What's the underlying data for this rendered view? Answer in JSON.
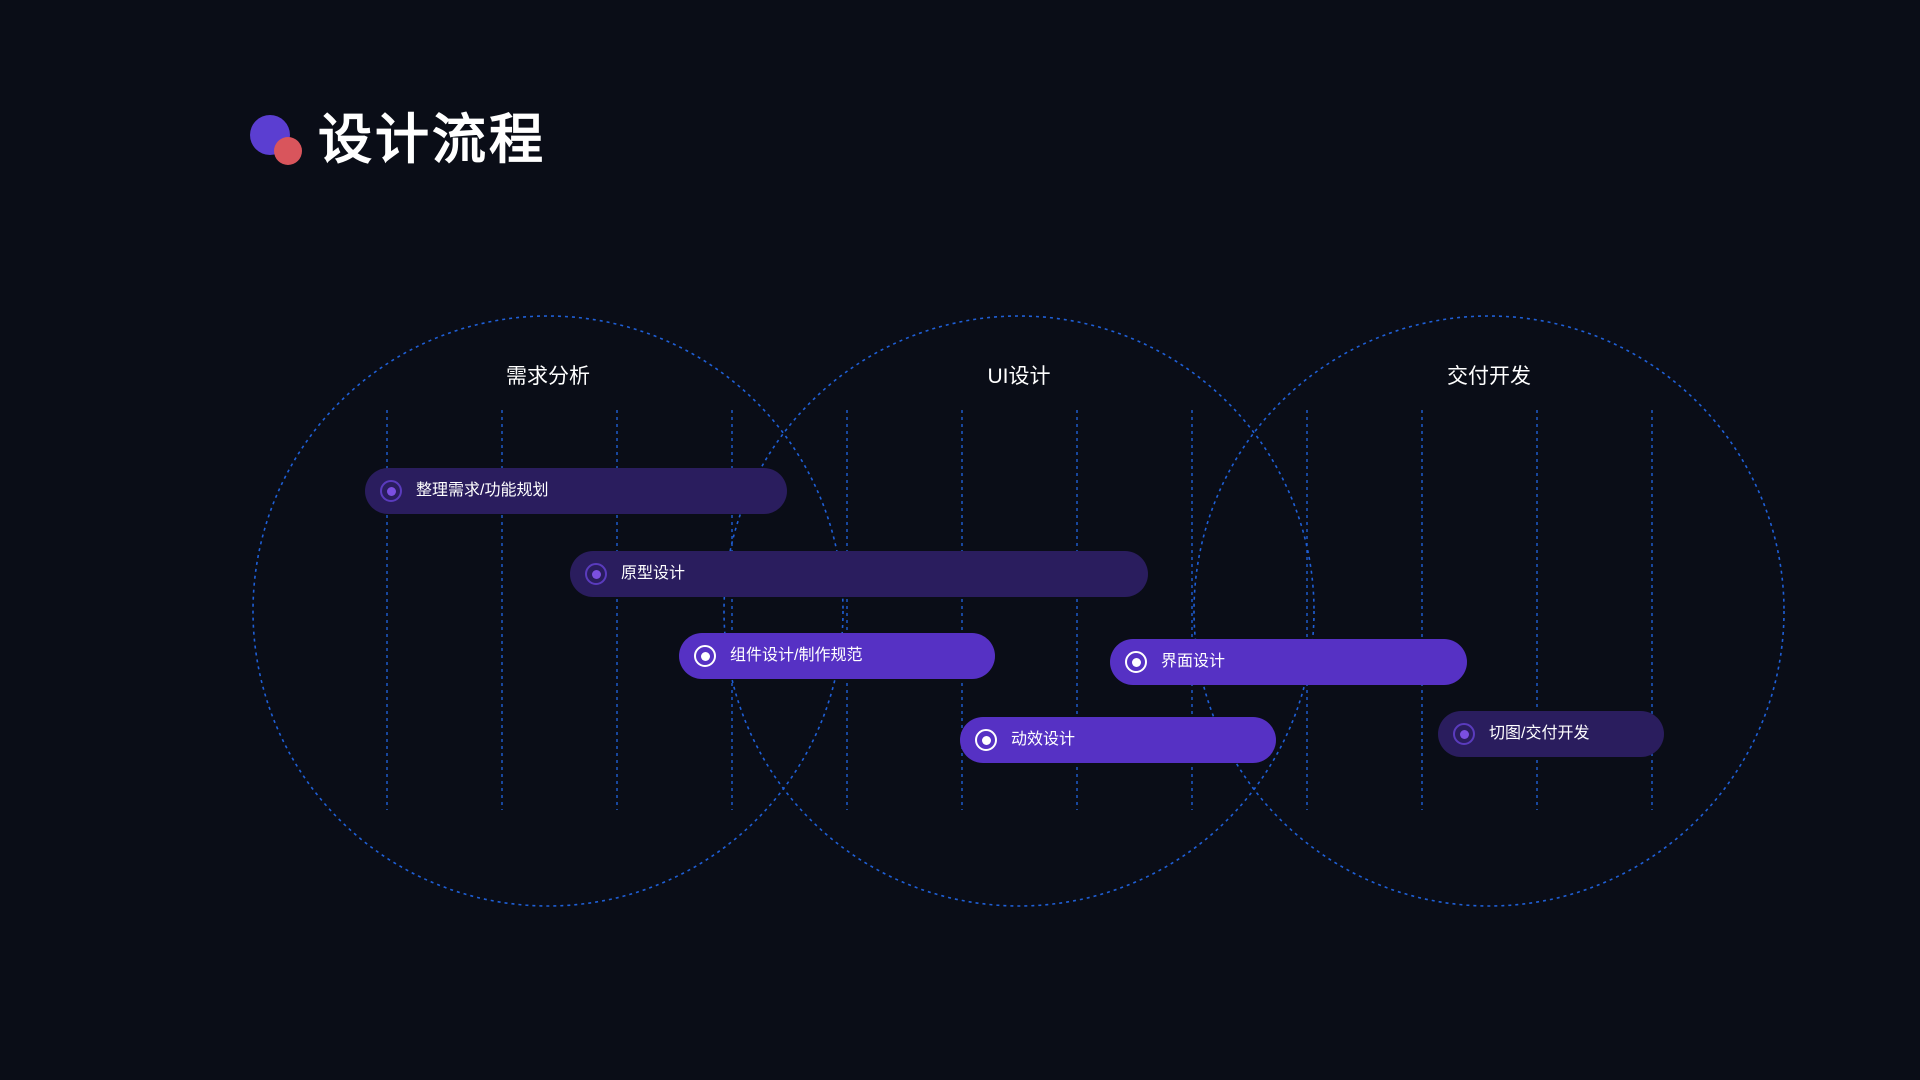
{
  "colors": {
    "background": "#0a0d17",
    "logo_primary": "#5b3ed1",
    "logo_secondary": "#d9555c",
    "circle_stroke": "#1f5fd6",
    "grid_line": "#1f5fd6",
    "bar_dim": "#2a1d5e",
    "bar_bright": "#5631c4"
  },
  "header": {
    "title": "设计流程",
    "logo_icon": "overlapping-circles-icon"
  },
  "phases": [
    {
      "id": "requirements",
      "label": "需求分析"
    },
    {
      "id": "ui-design",
      "label": "UI设计"
    },
    {
      "id": "delivery",
      "label": "交付开发"
    }
  ],
  "tasks": [
    {
      "id": "organize",
      "label": "整理需求/功能规划",
      "style": "dim"
    },
    {
      "id": "prototype",
      "label": "原型设计",
      "style": "dim"
    },
    {
      "id": "component",
      "label": "组件设计/制作规范",
      "style": "bright"
    },
    {
      "id": "interface",
      "label": "界面设计",
      "style": "bright"
    },
    {
      "id": "motion",
      "label": "动效设计",
      "style": "bright"
    },
    {
      "id": "slicing",
      "label": "切图/交付开发",
      "style": "dim"
    }
  ]
}
